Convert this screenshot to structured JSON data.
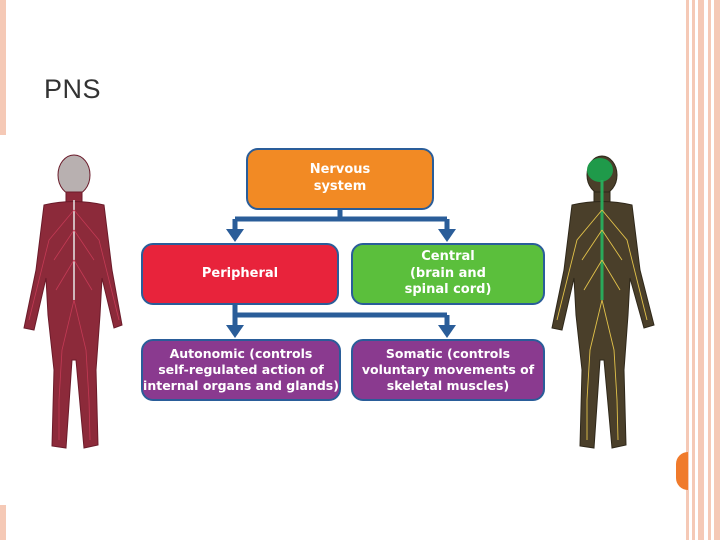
{
  "slide": {
    "title": "PNS"
  },
  "diagram": {
    "nervous_system": "Nervous\nsystem",
    "peripheral": "Peripheral",
    "central": "Central\n(brain and\nspinal cord)",
    "autonomic": "Autonomic (controls\nself-regulated action of\ninternal organs and glands)",
    "somatic": "Somatic (controls\nvoluntary movements of\nskeletal muscles)"
  },
  "colors": {
    "nervous_system": "#f28a24",
    "peripheral": "#e8233b",
    "central": "#5bbf3c",
    "branch": "#8a3a8f",
    "connector": "#2a5d99",
    "accent": "#f5c9b6",
    "tab": "#f07a2b"
  },
  "figures": {
    "left": "peripheral-nerves-figure",
    "right": "central-nerves-figure"
  }
}
